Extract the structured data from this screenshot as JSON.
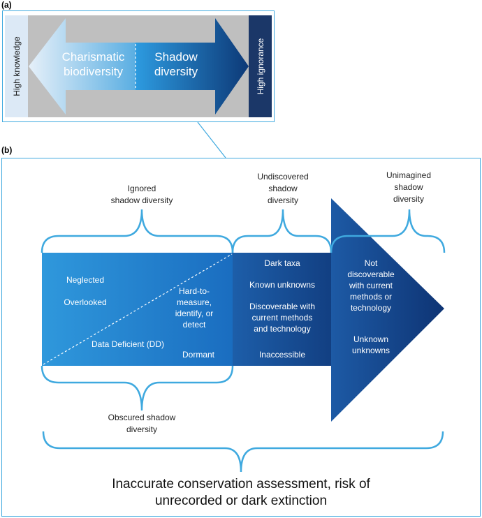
{
  "panel_a": {
    "tag": "(a)",
    "left_bar_label": "High knowledge",
    "right_bar_label": "High ignorance",
    "left_arrow_line1": "Charismatic",
    "left_arrow_line2": "biodiversity",
    "right_arrow_line1": "Shadow",
    "right_arrow_line2": "diversity"
  },
  "panel_b": {
    "tag": "(b)",
    "brace_labels": {
      "ignored_line1": "Ignored",
      "ignored_line2": "shadow diversity",
      "undiscovered_line1": "Undiscovered",
      "undiscovered_line2": "shadow",
      "undiscovered_line3": "diversity",
      "unimagined_line1": "Unimagined",
      "unimagined_line2": "shadow",
      "unimagined_line3": "diversity",
      "obscured_line1": "Obscured shadow",
      "obscured_line2": "diversity"
    },
    "left_box": {
      "neglected": "Neglected",
      "overlooked": "Overlooked",
      "hard_line1": "Hard-to-",
      "hard_line2": "measure,",
      "hard_line3": "identify, or",
      "hard_line4": "detect",
      "data_deficient": "Data Deficient (DD)",
      "dormant": "Dormant"
    },
    "middle_box": {
      "dark_taxa": "Dark taxa",
      "known_unknowns": "Known unknowns",
      "discoverable_line1": "Discoverable with",
      "discoverable_line2": "current methods",
      "discoverable_line3": "and technology",
      "inaccessible": "Inaccessible"
    },
    "arrow_head": {
      "not_line1": "Not",
      "not_line2": "discoverable",
      "not_line3": "with current",
      "not_line4": "methods or",
      "not_line5": "technology",
      "unknown_line1": "Unknown",
      "unknown_line2": "unknowns"
    },
    "bottom_line1": "Inaccurate conservation assessment, risk of",
    "bottom_line2": "unrecorded or dark extinction"
  },
  "colors": {
    "frame": "#3fa9df",
    "light_blue": "#dce9f6",
    "navy": "#1b3768",
    "gray": "#bfbfbf",
    "arrow_dark": "#183d7c",
    "brace": "#3fa9df"
  }
}
